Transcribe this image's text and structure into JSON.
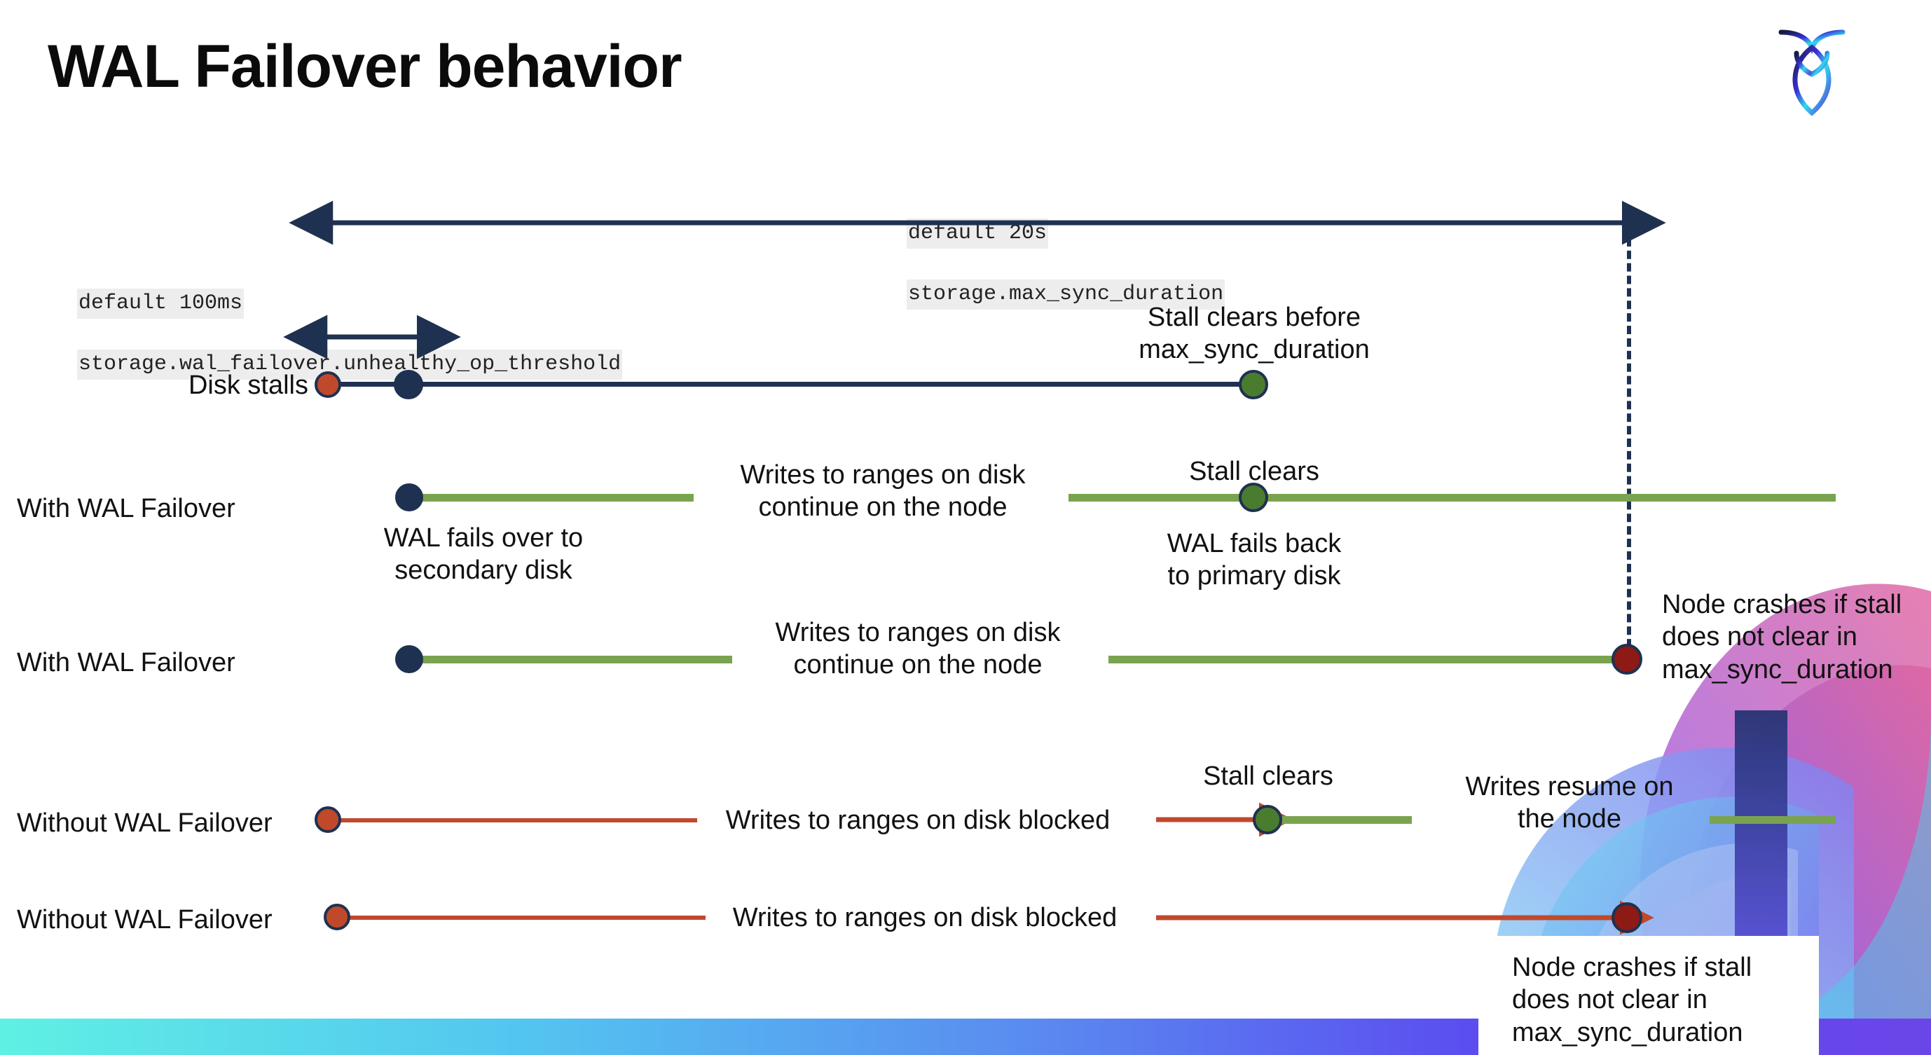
{
  "slide": {
    "title": "WAL Failover behavior",
    "logo_name": "cockroach-labs-logo",
    "accent_colors": {
      "navy": "#1f3150",
      "green_line": "#7aa34f",
      "green_dot": "#4a7c2f",
      "red": "#c0492c",
      "dark_red": "#8d1a14",
      "code_bg": "#ededed",
      "bar_gradient_start": "#5ff0e4",
      "bar_gradient_end": "#5b4df0"
    }
  },
  "annotations": {
    "max_sync": {
      "line1": "default 20s",
      "line2": "storage.max_sync_duration"
    },
    "unhealthy_threshold": {
      "line1": "default 100ms",
      "line2": "storage.wal_failover.unhealthy_op_threshold"
    }
  },
  "rows": [
    {
      "id": "disk-stalls",
      "name": "Disk stalls",
      "notes": [
        {
          "id": "stall-clears-before",
          "text": "Stall clears before\nmax_sync_duration"
        }
      ]
    },
    {
      "id": "with-wal-failover-1",
      "name": "With WAL Failover",
      "notes": [
        {
          "id": "writes-continue",
          "text": "Writes to ranges on disk\ncontinue on the node"
        },
        {
          "id": "wal-fails-over",
          "text": "WAL fails over to\nsecondary disk"
        },
        {
          "id": "stall-clears",
          "text": "Stall clears"
        },
        {
          "id": "wal-fails-back",
          "text": "WAL fails  back\nto primary disk"
        }
      ]
    },
    {
      "id": "with-wal-failover-2",
      "name": "With WAL Failover",
      "notes": [
        {
          "id": "writes-continue-2",
          "text": "Writes to ranges on disk\ncontinue on the node"
        },
        {
          "id": "node-crashes-1",
          "text": "Node crashes if stall\ndoes not clear in\nmax_sync_duration"
        }
      ]
    },
    {
      "id": "without-wal-failover-1",
      "name": "Without WAL Failover",
      "notes": [
        {
          "id": "writes-blocked-1",
          "text": "Writes to ranges on disk  blocked"
        },
        {
          "id": "stall-clears-2",
          "text": "Stall clears"
        },
        {
          "id": "writes-resume",
          "text": "Writes resume on\nthe node"
        }
      ]
    },
    {
      "id": "without-wal-failover-2",
      "name": "Without WAL Failover",
      "notes": [
        {
          "id": "writes-blocked-2",
          "text": "Writes to ranges on disk  blocked"
        },
        {
          "id": "node-crashes-2",
          "text": "Node crashes if stall\ndoes not clear in\nmax_sync_duration"
        }
      ]
    }
  ],
  "labels": {
    "row1_name": "Disk stalls",
    "row2_name": "With WAL Failover",
    "row3_name": "With WAL Failover",
    "row4_name": "Without WAL Failover",
    "row5_name": "Without WAL Failover",
    "stall_clears_before": "Stall clears before",
    "stall_clears_before_2": "max_sync_duration",
    "writes_continue_a": "Writes to ranges on disk",
    "writes_continue_b": "continue on the node",
    "wal_fails_over_a": "WAL fails over to",
    "wal_fails_over_b": "secondary disk",
    "stall_clears": "Stall clears",
    "wal_fails_back_a": "WAL fails  back",
    "wal_fails_back_b": "to primary disk",
    "writes_continue2_a": "Writes to ranges on disk",
    "writes_continue2_b": "continue on the node",
    "node_crashes_a": "Node crashes if stall",
    "node_crashes_b": "does not clear in",
    "node_crashes_c": "max_sync_duration",
    "writes_blocked_1": "Writes to ranges on disk  blocked",
    "stall_clears_2": "Stall clears",
    "writes_resume_a": "Writes resume on",
    "writes_resume_b": "the node",
    "writes_blocked_2": "Writes to ranges on disk  blocked",
    "node_crashes2_a": "Node crashes if stall",
    "node_crashes2_b": "does not clear in",
    "node_crashes2_c": "max_sync_duration"
  }
}
